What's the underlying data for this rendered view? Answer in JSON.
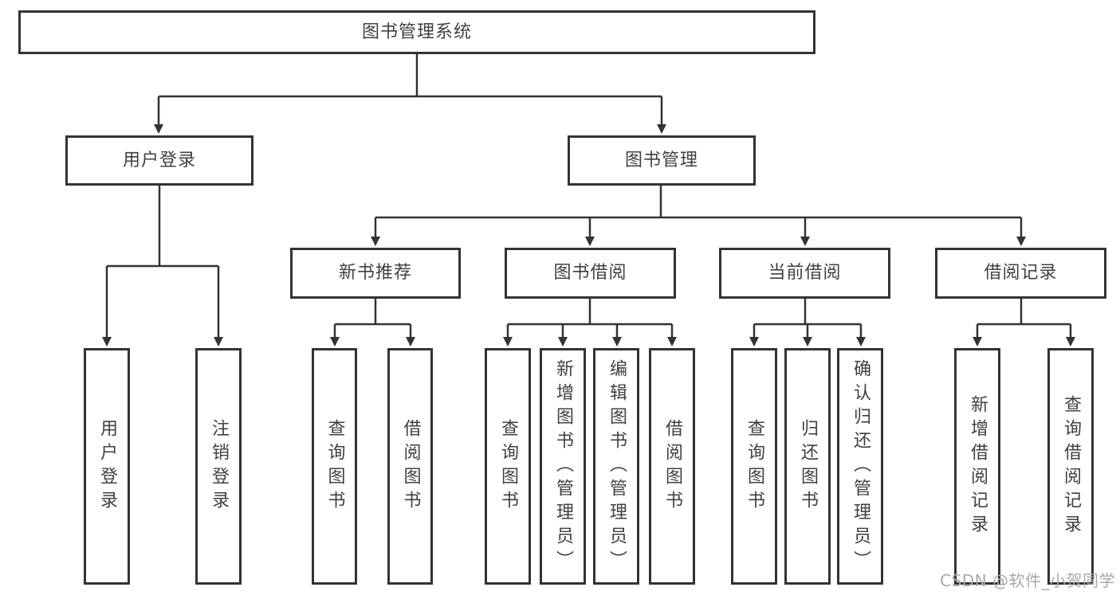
{
  "diagram": {
    "type": "tree",
    "title": "图书管理系统",
    "nodes": {
      "root": {
        "label": "图书管理系统"
      },
      "user_login": {
        "label": "用户登录"
      },
      "book_mgmt": {
        "label": "图书管理"
      },
      "new_book_rec": {
        "label": "新书推荐"
      },
      "book_borrow": {
        "label": "图书借阅"
      },
      "cur_borrow": {
        "label": "当前借阅"
      },
      "borrow_rec": {
        "label": "借阅记录"
      },
      "leaf_login": {
        "label": "用户登录"
      },
      "leaf_logout": {
        "label": "注销登录"
      },
      "leaf_query_1": {
        "label": "查询图书"
      },
      "leaf_borrow_1": {
        "label": "借阅图书"
      },
      "leaf_query_2": {
        "label": "查询图书"
      },
      "leaf_add_book": {
        "label": "新增图书（管理员）"
      },
      "leaf_edit_book": {
        "label": "编辑图书（管理员）"
      },
      "leaf_borrow_2": {
        "label": "借阅图书"
      },
      "leaf_query_3": {
        "label": "查询图书"
      },
      "leaf_return": {
        "label": "归还图书"
      },
      "leaf_confirm": {
        "label": "确认归还（管理员）"
      },
      "leaf_add_rec": {
        "label": "新增借阅记录"
      },
      "leaf_query_rec": {
        "label": "查询借阅记录"
      }
    },
    "hierarchy": {
      "图书管理系统": {
        "用户登录": [
          "用户登录",
          "注销登录"
        ],
        "图书管理": {
          "新书推荐": [
            "查询图书",
            "借阅图书"
          ],
          "图书借阅": [
            "查询图书",
            "新增图书（管理员）",
            "编辑图书（管理员）",
            "借阅图书"
          ],
          "当前借阅": [
            "查询图书",
            "归还图书",
            "确认归还（管理员）"
          ],
          "借阅记录": [
            "新增借阅记录",
            "查询借阅记录"
          ]
        }
      }
    },
    "colors": {
      "line": "#333333",
      "box_border": "#333333",
      "text": "#404040",
      "background": "#ffffff"
    }
  },
  "watermark": {
    "text": "CSDN @软件_小贺同学",
    "color": "#a8a8a8"
  }
}
